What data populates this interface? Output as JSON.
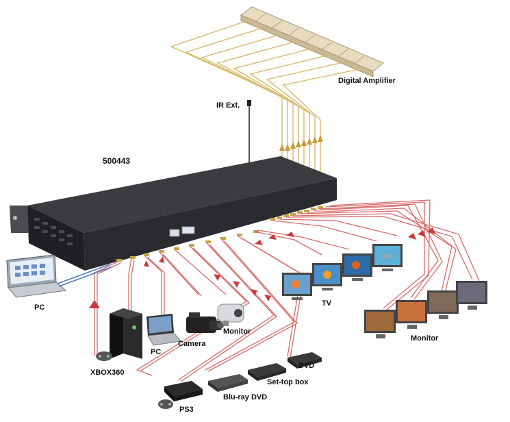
{
  "labels": {
    "model": "500443",
    "ir_ext": "IR Ext.",
    "digital_amplifier": "Digital Amplifier",
    "pc_left": "PC",
    "xbox": "XBOX360",
    "pc_laptop": "PC",
    "camera": "Camera",
    "monitor_camera": "Monitor",
    "tv": "TV",
    "monitor_right": "Monitor",
    "dvd": "DVD",
    "settop": "Set-top box",
    "bluray": "Blu-ray DVD",
    "ps3": "PS3"
  },
  "colors": {
    "chassis_top": "#3a3c40",
    "chassis_front": "#2a2b2e",
    "amp_cable": "#d8b86a",
    "hdmi_cable": "#d96a6a",
    "arrow": "#c73a3a",
    "blue_cable": "#4a78c8"
  }
}
